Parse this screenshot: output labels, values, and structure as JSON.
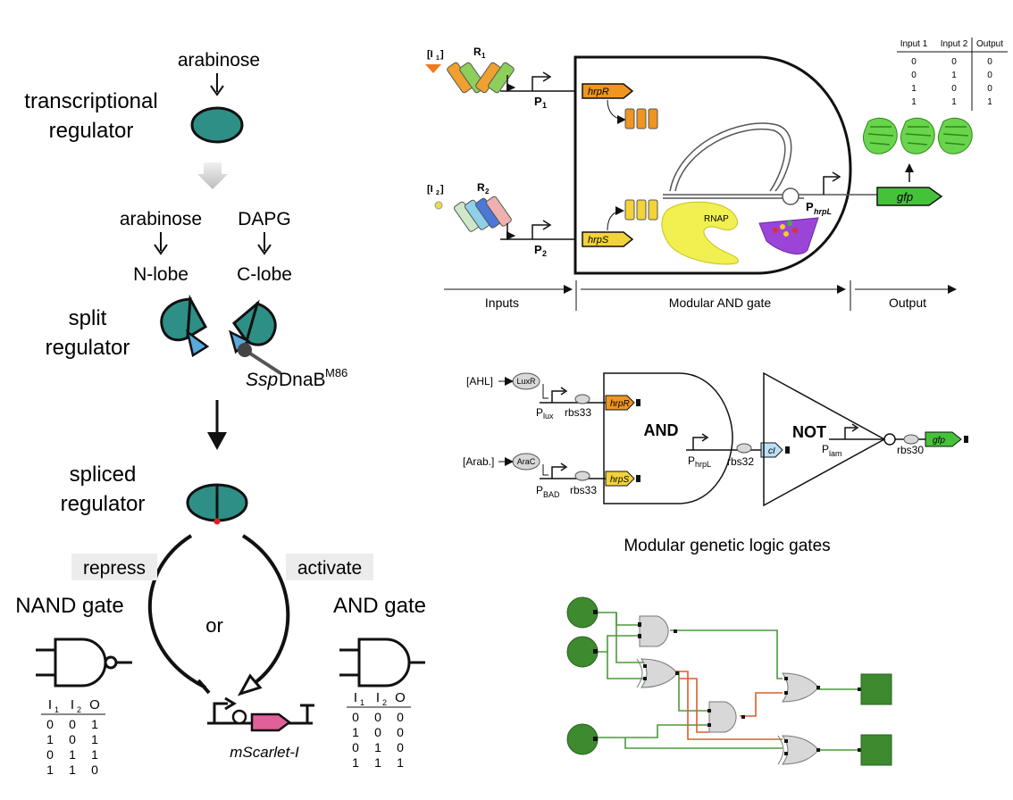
{
  "left_panel": {
    "inducer_top": "arabinose",
    "transcriptional_regulator": [
      "transcriptional",
      "regulator"
    ],
    "inducer_left": "arabinose",
    "inducer_right": "DAPG",
    "n_lobe": "N-lobe",
    "c_lobe": "C-lobe",
    "split_regulator": [
      "split",
      "regulator"
    ],
    "intein_label": "Ssp",
    "intein_name": "DnaB",
    "intein_superscript": "M86",
    "spliced_regulator": [
      "spliced",
      "regulator"
    ],
    "repress": "repress",
    "activate": "activate",
    "or": "or",
    "nand_gate": "NAND gate",
    "and_gate": "AND gate",
    "reporter": "mScarlet-I",
    "nand_table": {
      "headers": [
        "I",
        "I",
        "O"
      ],
      "header_subscripts": [
        "1",
        "2",
        ""
      ],
      "rows": [
        [
          "0",
          "0",
          "1"
        ],
        [
          "1",
          "0",
          "1"
        ],
        [
          "0",
          "1",
          "1"
        ],
        [
          "1",
          "1",
          "0"
        ]
      ]
    },
    "and_table": {
      "headers": [
        "I",
        "I",
        "O"
      ],
      "header_subscripts": [
        "1",
        "2",
        ""
      ],
      "rows": [
        [
          "0",
          "0",
          "0"
        ],
        [
          "1",
          "0",
          "0"
        ],
        [
          "0",
          "1",
          "0"
        ],
        [
          "1",
          "1",
          "1"
        ]
      ]
    }
  },
  "top_right": {
    "input1_bracket": "[I",
    "input1_sub": "1",
    "input2_bracket": "[I",
    "input2_sub": "2",
    "r1": "R",
    "r1_sub": "1",
    "r2": "R",
    "r2_sub": "2",
    "p1": "P",
    "p1_sub": "1",
    "p2": "P",
    "p2_sub": "2",
    "hrpR": "hrpR",
    "hrpS": "hrpS",
    "rnap": "RNAP",
    "phrpl": "P",
    "phrpl_sub": "hrpL",
    "gfp": "gfp",
    "inputs": "Inputs",
    "modular_and_gate": "Modular AND gate",
    "output": "Output",
    "truth_table": {
      "headers": [
        "Input 1",
        "Input 2",
        "Output"
      ],
      "rows": [
        [
          "0",
          "0",
          "0"
        ],
        [
          "0",
          "1",
          "0"
        ],
        [
          "1",
          "0",
          "0"
        ],
        [
          "1",
          "1",
          "1"
        ]
      ]
    }
  },
  "mid_right": {
    "ahl": "[AHL]",
    "luxr": "LuxR",
    "arab": "[Arab.]",
    "arac": "AraC",
    "plux": "P",
    "plux_sub": "lux",
    "pbad": "P",
    "pbad_sub": "BAD",
    "rbs33a": "rbs33",
    "rbs33b": "rbs33",
    "hrpR": "hrpR",
    "hrpS": "hrpS",
    "and": "AND",
    "phrpl": "P",
    "phrpl_sub": "hrpL",
    "rbs32": "rbs32",
    "ci": "cI",
    "not": "NOT",
    "plam": "P",
    "plam_sub": "lam",
    "rbs30": "rbs30",
    "gfp": "gfp",
    "caption": "Modular genetic logic gates"
  },
  "colors": {
    "teal": "#2e8f86",
    "blue_domain": "#5aa8dc",
    "orange": "#ef9520",
    "yellow": "#f2d33a",
    "green": "#3d8a2f",
    "gfp_green": "#45c23a",
    "red_wire": "#e25b2a",
    "pink": "#e0609a",
    "gray_gate": "#d8d8d8"
  }
}
